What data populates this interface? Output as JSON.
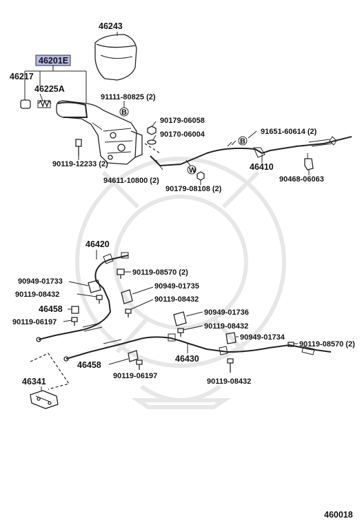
{
  "diagram_code": "460018",
  "highlight_color": "#b7b9e8",
  "labels": {
    "p46243": "46243",
    "p46201E": "46201E",
    "p46217": "46217",
    "p46225A": "46225A",
    "p91111_80825": "91111-80825 (2)",
    "pB1": "B",
    "p90179_06058": "90179-06058",
    "p90170_06004": "90170-06004",
    "p91651_60614": "91651-60614 (2)",
    "pB2": "B",
    "p90119_12233": "90119-12233 (2)",
    "p46410": "46410",
    "pW": "W",
    "p94611_10800": "94611-10800 (2)",
    "p90179_08108": "90179-08108 (2)",
    "p90468_06063": "90468-06063",
    "p46420": "46420",
    "p90119_08570a": "90119-08570 (2)",
    "p90949_01733": "90949-01733",
    "p90949_01735": "90949-01735",
    "p90119_08432a": "90119-08432",
    "p90119_08432b": "90119-08432",
    "p46458a": "46458",
    "p90119_06197a": "90119-06197",
    "p90949_01736": "90949-01736",
    "p90119_08432c": "90119-08432",
    "p90949_01734": "90949-01734",
    "p90119_08570b": "90119-08570 (2)",
    "p46430": "46430",
    "p46458b": "46458",
    "p90119_06197b": "90119-06197",
    "p90119_08432d": "90119-08432",
    "p46341": "46341"
  }
}
